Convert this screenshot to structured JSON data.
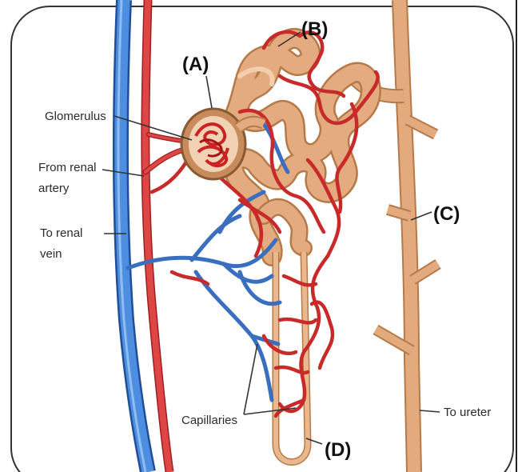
{
  "labels": {
    "A": "(A)",
    "B": "(B)",
    "C": "(C)",
    "D": "(D)",
    "glomerulus": "Glomerulus",
    "from_renal_artery_line1": "From renal",
    "from_renal_artery_line2": "artery",
    "to_renal_vein_line1": "To renal",
    "to_renal_vein_line2": "vein",
    "capillaries": "Capillaries",
    "to_ureter": "To ureter"
  },
  "colors": {
    "vein": "#3f7fd0",
    "vein_dark": "#1f4f9a",
    "artery": "#d83a3a",
    "artery_dark": "#9e1f1f",
    "tubule": "#e1a676",
    "tubule_dark": "#b67a48",
    "duct": "#dea579",
    "frame": "#333333"
  }
}
